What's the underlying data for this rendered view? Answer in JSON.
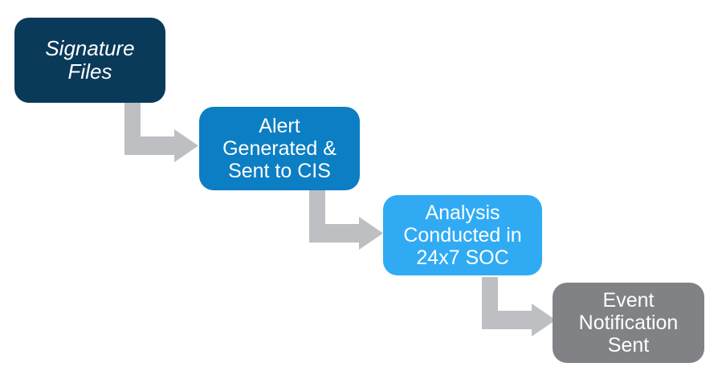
{
  "diagram": {
    "steps": [
      {
        "id": "signature-files",
        "lines": [
          "Signature",
          "Files"
        ],
        "color": "#0A3A59",
        "text_style": "italic"
      },
      {
        "id": "alert-generated",
        "lines": [
          "Alert",
          "Generated &",
          "Sent to CIS"
        ],
        "color": "#0C7EC3",
        "text_style": "normal"
      },
      {
        "id": "analysis-conducted",
        "lines": [
          "Analysis",
          "Conducted in",
          "24x7 SOC"
        ],
        "color": "#30ABF3",
        "text_style": "normal"
      },
      {
        "id": "event-notification",
        "lines": [
          "Event",
          "Notification",
          "Sent"
        ],
        "color": "#808285",
        "text_style": "normal"
      }
    ],
    "connectors": [
      {
        "from": "signature-files",
        "to": "alert-generated",
        "shape": "elbow-down-right-arrow"
      },
      {
        "from": "alert-generated",
        "to": "analysis-conducted",
        "shape": "elbow-down-right-arrow"
      },
      {
        "from": "analysis-conducted",
        "to": "event-notification",
        "shape": "elbow-down-right-arrow"
      }
    ],
    "colors": {
      "connector": "#BDBFC2",
      "text": "#FFFFFF",
      "canvas": "#FFFFFF"
    }
  }
}
